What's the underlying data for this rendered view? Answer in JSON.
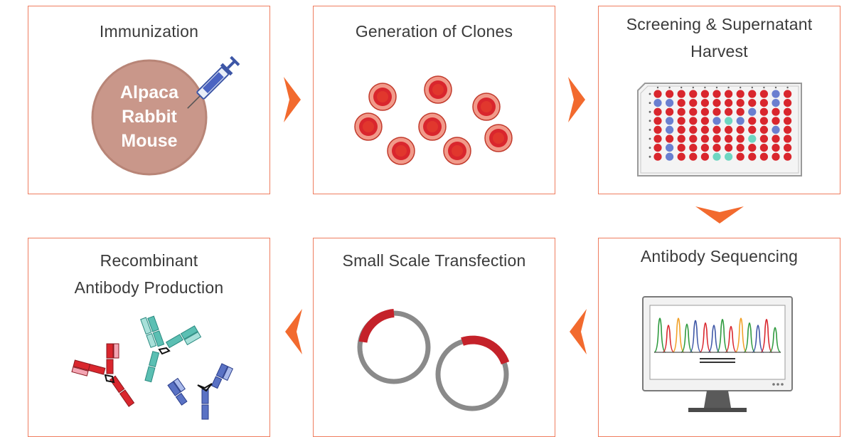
{
  "steps": [
    {
      "title_lines": [
        "Immunization"
      ]
    },
    {
      "title_lines": [
        "Generation of Clones"
      ]
    },
    {
      "title_lines": [
        "Screening & Supernatant",
        "Harvest"
      ]
    },
    {
      "title_lines": [
        "Antibody Sequencing"
      ]
    },
    {
      "title_lines": [
        "Small Scale Transfection"
      ]
    },
    {
      "title_lines": [
        "Recombinant",
        "Antibody Production"
      ]
    }
  ],
  "immunization_species": [
    "Alpaca",
    "Rabbit",
    "Mouse"
  ],
  "colors": {
    "accent": "#ef7d5f",
    "arrow": "#f26a2e",
    "cell_red": "#d9262d",
    "cell_ring": "#f19a8a",
    "circle": "#c9978a",
    "plate_blue": "#6a7fd0",
    "plate_teal": "#6fd6c2",
    "plasmid_gray": "#8a8a8a",
    "plasmid_red": "#c4222a"
  },
  "plate": {
    "rows": 8,
    "cols": 12,
    "wells": [
      "RRRRRRRRRRBR",
      "BBRRRRRRRRBR",
      "RRRRRRRRBRRR",
      "RBRRRBTBRRRR",
      "RBRRRRRRRRBR",
      "RRRRRRRRTRRR",
      "RBRRRRRRRRRR",
      "RBRRRTTRRRRR"
    ]
  }
}
